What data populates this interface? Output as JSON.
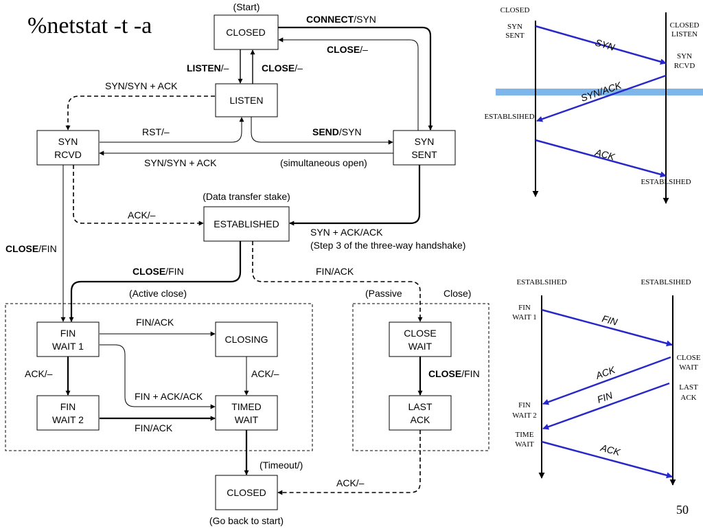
{
  "title": "%netstat -t -a",
  "page_number": "50",
  "colors": {
    "arrow_blue": "#2828c8",
    "band_blue": "#7eb6ea",
    "line": "#000000"
  },
  "state_diagram": {
    "states": {
      "closed_start": "CLOSED",
      "listen": "LISTEN",
      "syn_rcvd_1": "SYN",
      "syn_rcvd_2": "RCVD",
      "syn_sent_1": "SYN",
      "syn_sent_2": "SENT",
      "established": "ESTABLISHED",
      "fin_wait1_1": "FIN",
      "fin_wait1_2": "WAIT 1",
      "closing": "CLOSING",
      "fin_wait2_1": "FIN",
      "fin_wait2_2": "WAIT 2",
      "timed_wait_1": "TIMED",
      "timed_wait_2": "WAIT",
      "close_wait_1": "CLOSE",
      "close_wait_2": "WAIT",
      "last_ack_1": "LAST",
      "last_ack_2": "ACK",
      "closed_end": "CLOSED"
    },
    "annotations": {
      "start": "(Start)",
      "data_transfer": "(Data transfer stake)",
      "step3": "(Step 3 of the three-way handshake)",
      "active_close": "(Active close)",
      "passive": "(Passive",
      "close": "Close)",
      "timeout": "(Timeout/)",
      "go_back": "(Go back to start)",
      "simultaneous_open": "(simultaneous open)"
    },
    "transitions": {
      "connect_bold": "CONNECT",
      "connect_rest": "/SYN",
      "close_top_bold": "CLOSE",
      "close_top_rest": "/–",
      "listen_bold": "LISTEN",
      "listen_rest": "/–",
      "close_mid_bold": "CLOSE",
      "close_mid_rest": "/–",
      "syn_synack_top": "SYN/SYN + ACK",
      "rst": "RST/–",
      "send_bold": "SEND",
      "send_rest": "/SYN",
      "syn_synack_bottom": "SYN/SYN + ACK",
      "ack_to_est": "ACK/–",
      "synack_ack": "SYN + ACK/ACK",
      "close_fin_left_bold": "CLOSE",
      "close_fin_left_rest": "/FIN",
      "close_fin_mid_bold": "CLOSE",
      "close_fin_mid_rest": "/FIN",
      "fin_ack_passive": "FIN/ACK",
      "fin_ack_closing": "FIN/ACK",
      "ack_fw1": "ACK/–",
      "ack_closing": "ACK/–",
      "fin_ack_ack": "FIN + ACK/ACK",
      "fin_ack_fw2": "FIN/ACK",
      "close_fin_cw_bold": "CLOSE",
      "close_fin_cw_rest": "/FIN",
      "ack_last": "ACK/–"
    }
  },
  "handshake_diagram": {
    "left_top": "CLOSED",
    "left_state_1": "SYN",
    "left_state_2": "SENT",
    "right_state_1": "CLOSED",
    "right_state_2": "LISTEN",
    "right_state_3": "SYN",
    "right_state_4": "RCVD",
    "left_established": "ESTABLSIHED",
    "right_established": "ESTABLSIHED",
    "msg_syn": "SYN",
    "msg_synack": "SYN/ACK",
    "msg_ack": "ACK"
  },
  "teardown_diagram": {
    "left_top": "ESTABLSIHED",
    "right_top": "ESTABLSIHED",
    "left_fw1_1": "FIN",
    "left_fw1_2": "WAIT 1",
    "right_cw_1": "CLOSE",
    "right_cw_2": "WAIT",
    "right_la_1": "LAST",
    "right_la_2": "ACK",
    "left_fw2_1": "FIN",
    "left_fw2_2": "WAIT 2",
    "left_tw_1": "TIME",
    "left_tw_2": "WAIT",
    "msg_fin1": "FIN",
    "msg_ack1": "ACK",
    "msg_fin2": "FIN",
    "msg_ack2": "ACK"
  }
}
